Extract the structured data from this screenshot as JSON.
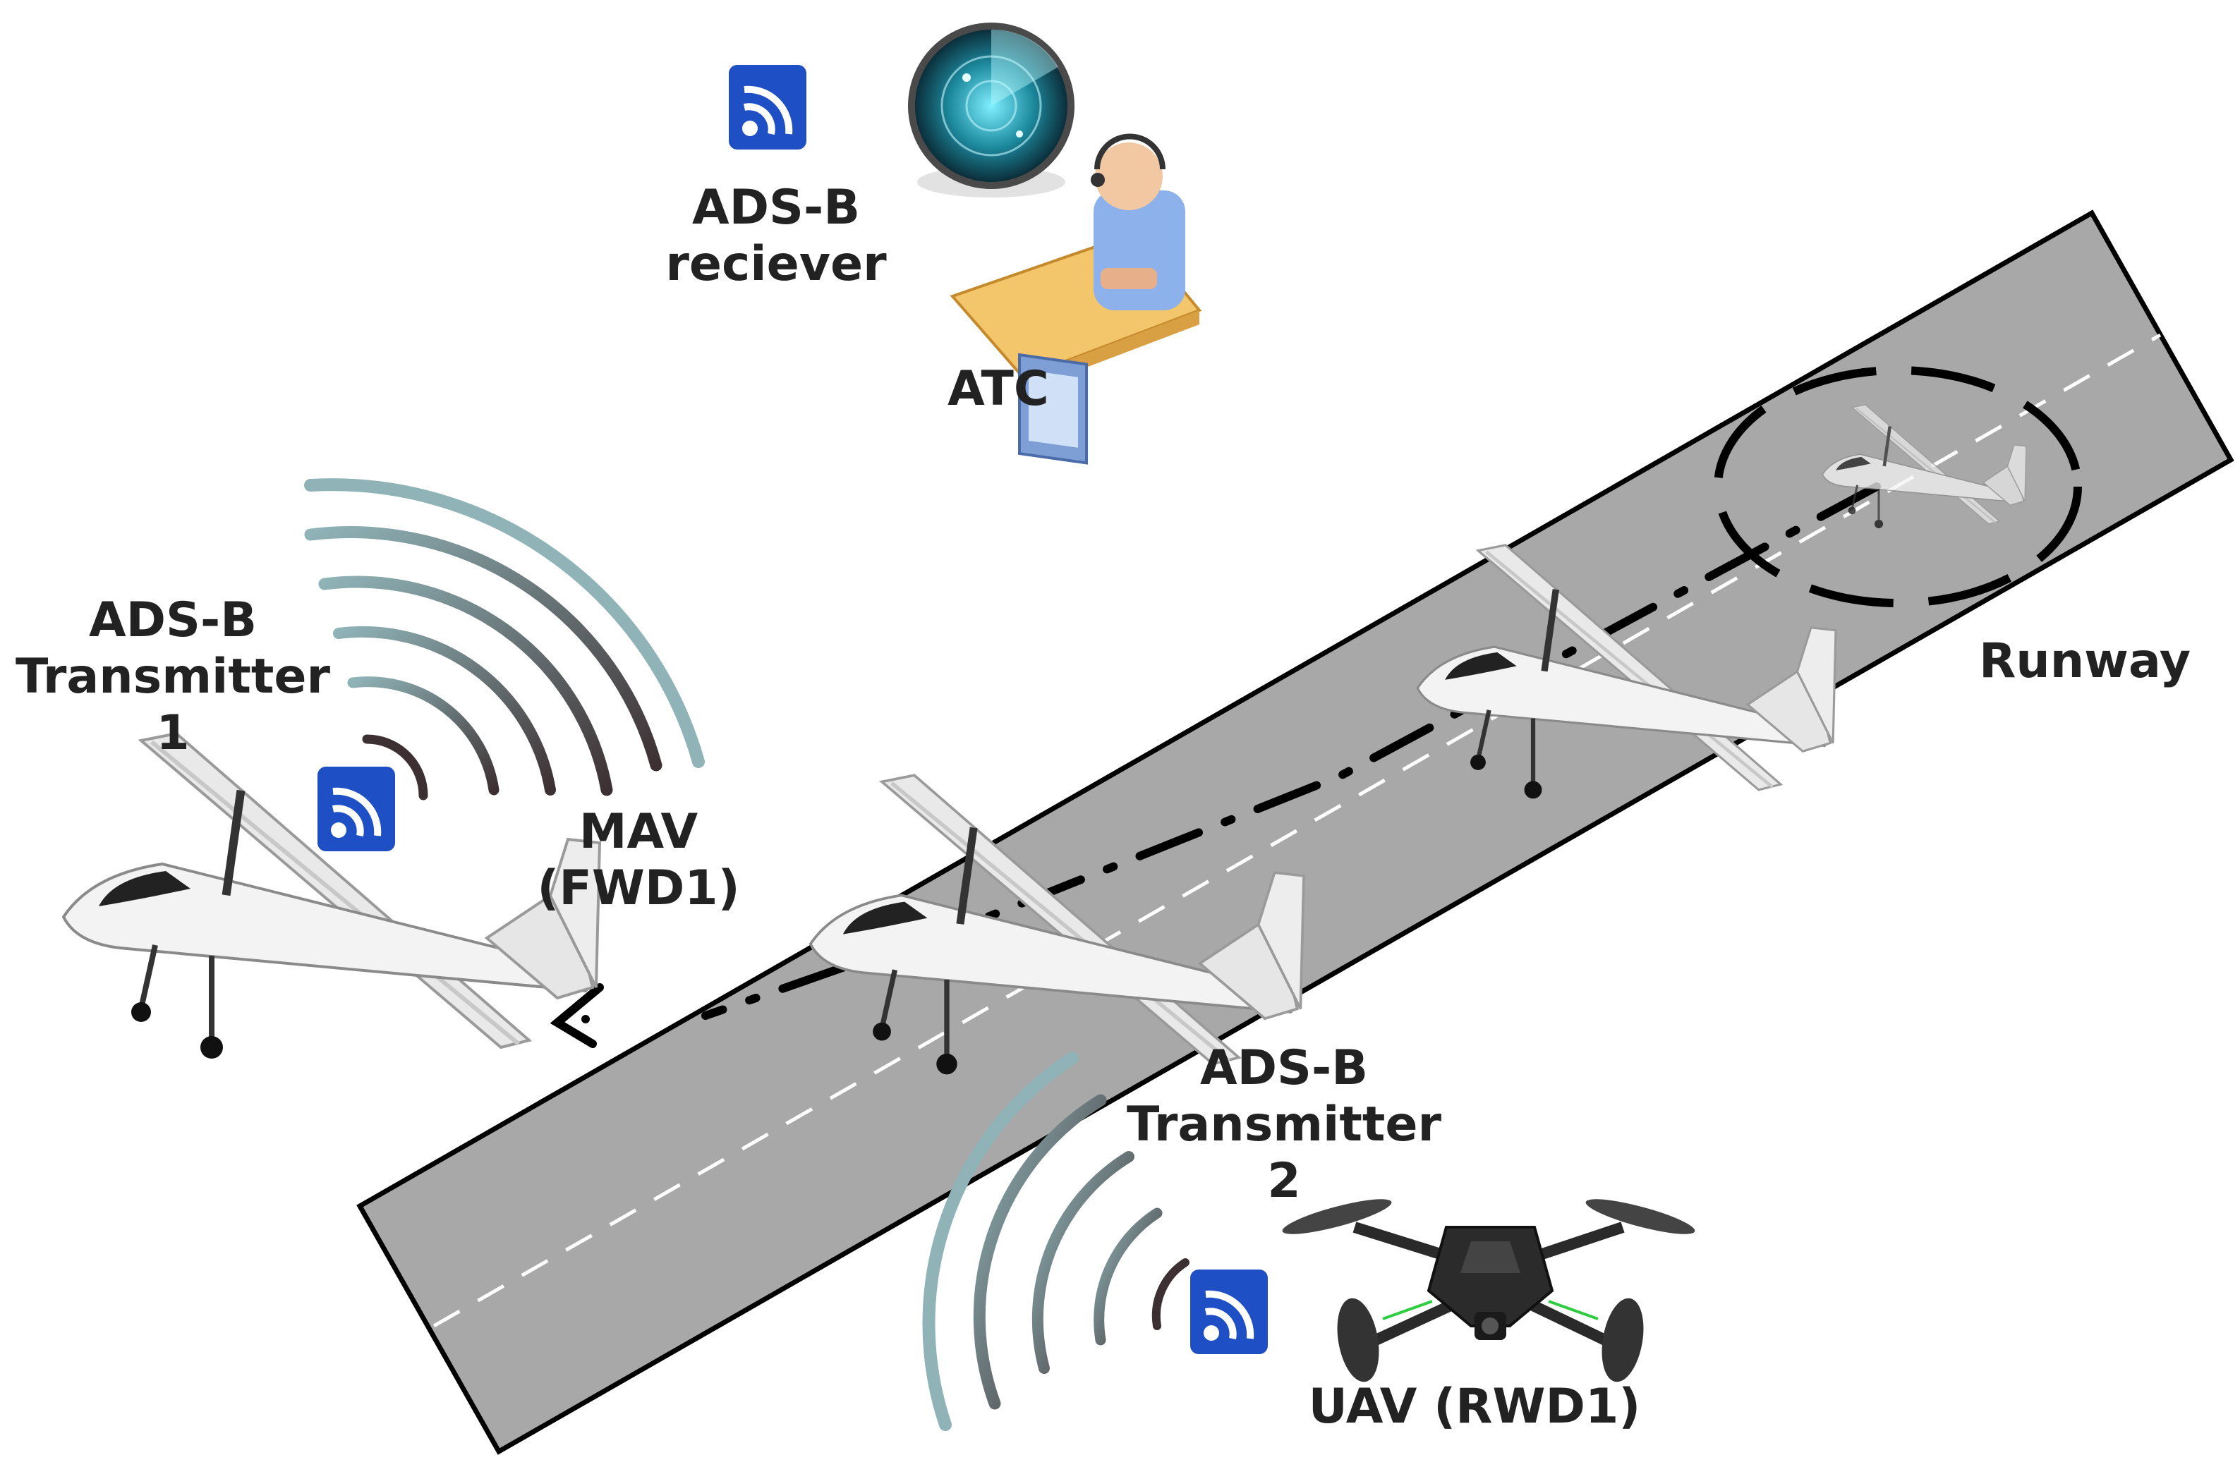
{
  "labels": {
    "receiver": {
      "line1": "ADS-B",
      "line2": "reciever"
    },
    "atc": "ATC",
    "transmitter1": {
      "line1": "ADS-B",
      "line2": "Transmitter",
      "line3": "1"
    },
    "mav": {
      "line1": "MAV",
      "line2": "(FWD1)"
    },
    "runway": "Runway",
    "transmitter2": {
      "line1": "ADS-B",
      "line2": "Transmitter",
      "line3": "2"
    },
    "uav": "UAV (RWD1)"
  },
  "colors": {
    "runway_fill": "#a8a8a8",
    "runway_border": "#000000",
    "centerline": "#ffffff",
    "adsb_icon": "#1f4fc4",
    "label_text": "#222222",
    "wave_outer": "#7fa3a8",
    "wave_inner": "#3d3032"
  },
  "icons": {
    "adsb_receiver": "wireless-signal-icon",
    "adsb_transmitter_1": "wireless-signal-icon",
    "adsb_transmitter_2": "wireless-signal-icon",
    "radar": "radar-icon",
    "atc_operator": "operator-at-desk-icon",
    "mav": "fixed-wing-aircraft",
    "uav": "quadcopter-drone"
  }
}
